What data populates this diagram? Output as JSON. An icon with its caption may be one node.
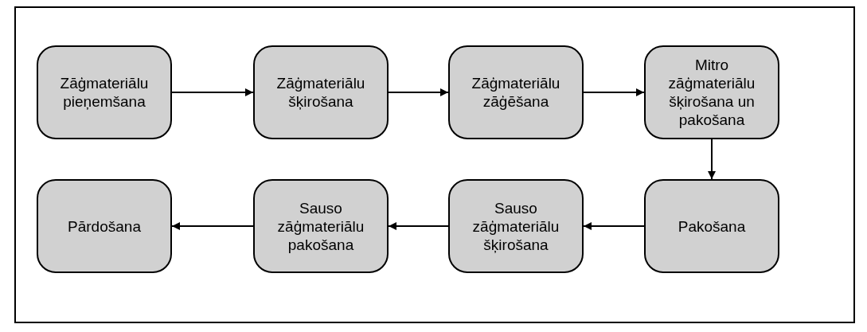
{
  "diagram": {
    "nodes": [
      {
        "text": [
          "Zāģmateriālu pieņemšana"
        ]
      },
      {
        "text": [
          "Zāģmateriālu šķirošana"
        ]
      },
      {
        "text": [
          "Zāģmateriālu zāģēšana"
        ]
      },
      {
        "text": [
          "Mitro zāģmateriālu šķirošana un pakošana"
        ]
      },
      {
        "text": [
          "Pakošana"
        ]
      },
      {
        "text": [
          "Sauso zāģmateriālu šķirošana"
        ]
      },
      {
        "text": [
          "Sauso zāģmateriālu pakošana"
        ]
      },
      {
        "text": [
          "Pārdošana"
        ]
      }
    ],
    "edges": [
      {
        "from": 0,
        "to": 1,
        "arrow": "to"
      },
      {
        "from": 1,
        "to": 2,
        "arrow": "to"
      },
      {
        "from": 2,
        "to": 3,
        "arrow": "to"
      },
      {
        "from": 3,
        "to": 4,
        "arrow": "to"
      },
      {
        "from": 4,
        "to": 5,
        "arrow": "to"
      },
      {
        "from": 5,
        "to": 6,
        "arrow": "to"
      },
      {
        "from": 6,
        "to": 7,
        "arrow": "to"
      }
    ]
  }
}
